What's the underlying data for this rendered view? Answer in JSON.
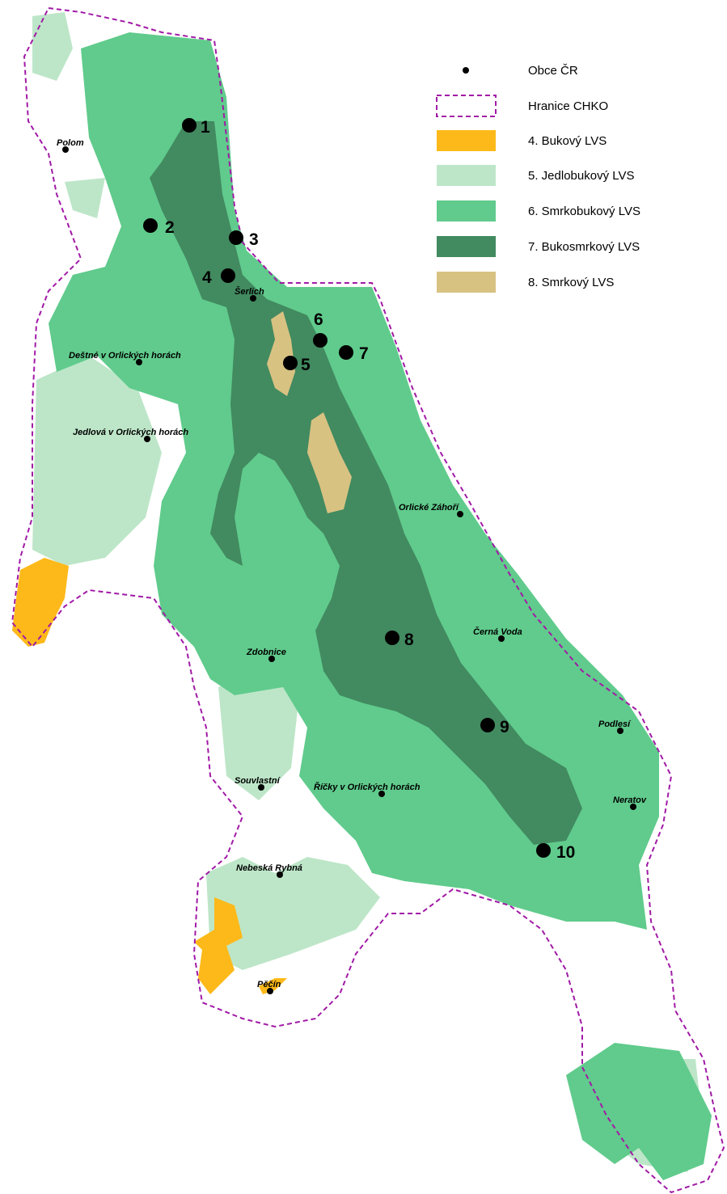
{
  "colors": {
    "lvs4": "#fdb91a",
    "lvs5": "#bde6c8",
    "lvs6": "#60cb8c",
    "lvs7": "#428a60",
    "lvs8": "#d8c282",
    "boundary": "#a11aa6",
    "point": "#000000"
  },
  "legend": [
    {
      "key": "obce",
      "label": "Obce ČR",
      "symbol": "dot"
    },
    {
      "key": "chko",
      "label": "Hranice CHKO",
      "symbol": "dashed-box"
    },
    {
      "key": "lvs4",
      "label": "4. Bukový LVS",
      "symbol": "fill"
    },
    {
      "key": "lvs5",
      "label": "5. Jedlobukový LVS",
      "symbol": "fill"
    },
    {
      "key": "lvs6",
      "label": "6. Smrkobukový LVS",
      "symbol": "fill"
    },
    {
      "key": "lvs7",
      "label": "7. Bukosmrkový LVS",
      "symbol": "fill"
    },
    {
      "key": "lvs8",
      "label": "8. Smrkový LVS",
      "symbol": "fill"
    }
  ],
  "towns": [
    "Polom",
    "Šerlich",
    "Deštné v Orlických horách",
    "Jedlová v Orlických horách",
    "Orlické Záhoří",
    "Černá Voda",
    "Zdobnice",
    "Podlesí",
    "Souvlastní",
    "Říčky v Orlických horách",
    "Neratov",
    "Nebeská Rybná",
    "Pěčín"
  ],
  "sites": [
    "1",
    "2",
    "3",
    "4",
    "5",
    "6",
    "7",
    "8",
    "9",
    "10"
  ]
}
